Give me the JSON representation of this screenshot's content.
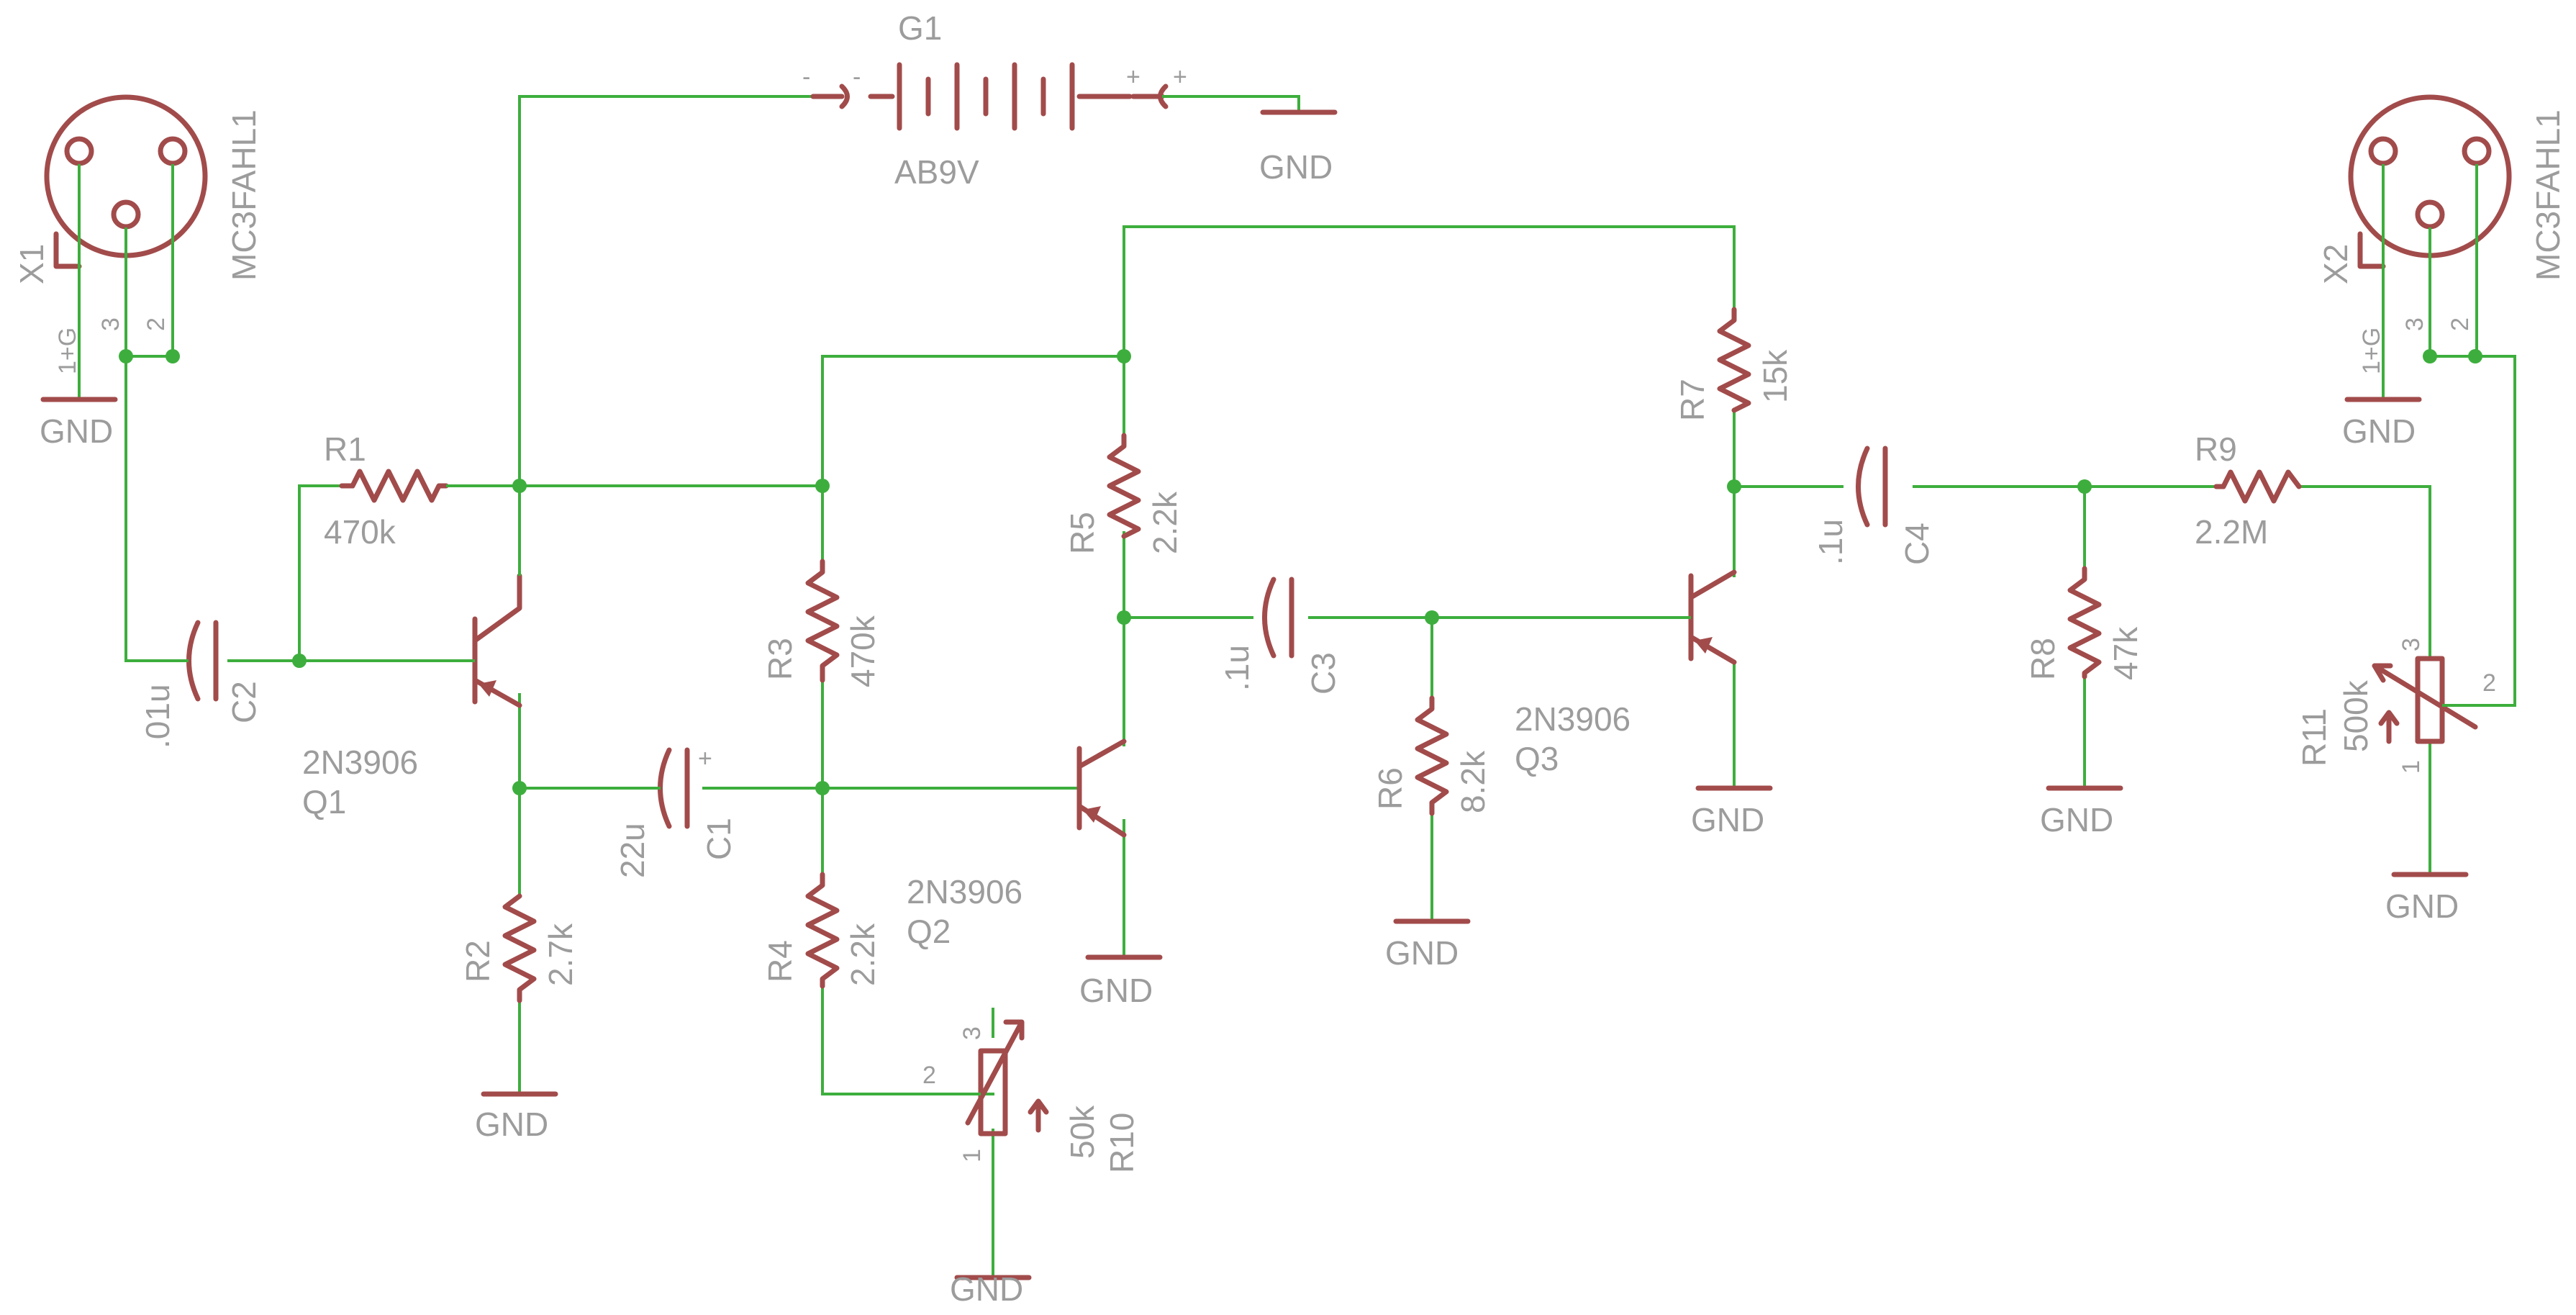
{
  "colors": {
    "wire": "#3dae3d",
    "symbol": "#a24b4b",
    "label": "#9c9c9c"
  },
  "parts": {
    "X1": {
      "name": "X1",
      "value": "MC3FAHL1",
      "pin1": "1+G",
      "pin3": "3",
      "pin2": "2"
    },
    "X2": {
      "name": "X2",
      "value": "MC3FAHL1",
      "pin1": "1+G",
      "pin3": "3",
      "pin2": "2"
    },
    "G1": {
      "name": "G1",
      "value": "AB9V",
      "minus": "-",
      "plus": "+"
    },
    "R1": {
      "name": "R1",
      "value": "470k"
    },
    "R2": {
      "name": "R2",
      "value": "2.7k"
    },
    "R3": {
      "name": "R3",
      "value": "470k"
    },
    "R4": {
      "name": "R4",
      "value": "2.2k"
    },
    "R5": {
      "name": "R5",
      "value": "2.2k"
    },
    "R6": {
      "name": "R6",
      "value": "8.2k"
    },
    "R7": {
      "name": "R7",
      "value": "15k"
    },
    "R8": {
      "name": "R8",
      "value": "47k"
    },
    "R9": {
      "name": "R9",
      "value": "2.2M"
    },
    "R10": {
      "name": "R10",
      "value": "50k",
      "pin1": "1",
      "pin2": "2",
      "pin3": "3"
    },
    "R11": {
      "name": "R11",
      "value": "500k",
      "pin1": "1",
      "pin2": "2",
      "pin3": "3"
    },
    "C1": {
      "name": "C1",
      "value": "22u",
      "plus": "+"
    },
    "C2": {
      "name": "C2",
      "value": ".01u"
    },
    "C3": {
      "name": "C3",
      "value": ".1u"
    },
    "C4": {
      "name": "C4",
      "value": ".1u"
    },
    "Q1": {
      "name": "Q1",
      "value": "2N3906"
    },
    "Q2": {
      "name": "Q2",
      "value": "2N3906"
    },
    "Q3": {
      "name": "Q3",
      "value": "2N3906"
    }
  },
  "gnd_label": "GND"
}
